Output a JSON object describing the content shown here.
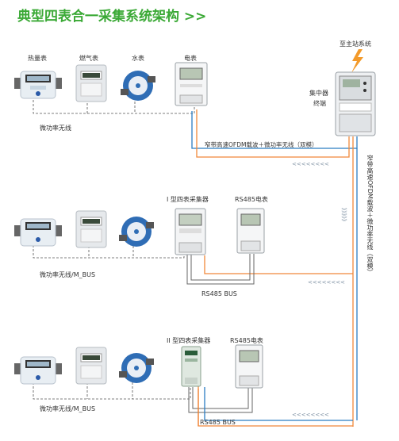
{
  "title": "典型四表合一采集系统架构 >>",
  "top_labels": {
    "heat": "热量表",
    "gas": "燃气表",
    "water": "水表",
    "elec": "电表",
    "master": "至主站系统",
    "concentrator_line1": "集中器",
    "concentrator_line2": "终端"
  },
  "row1": {
    "wireless": "微功率无线",
    "dual_mode": "窄带高速OFDM载波＋微功率无线（双模）"
  },
  "row2": {
    "collector": "I 型四表采集器",
    "rs485_meter": "RS485电表",
    "wireless": "微功率无线/M_BUS",
    "bus": "RS485 BUS"
  },
  "row3": {
    "collector": "II 型四表采集器",
    "rs485_meter": "RS485电表",
    "wireless": "微功率无线/M_BUS",
    "bus": "RS485 BUS"
  },
  "vertical_label": "窄带高速OFDM载波＋微功率无线（双模）",
  "chevrons_left": "<<<<<<<<",
  "chevrons_down": "》》》》》",
  "colors": {
    "title": "#3aa935",
    "blue_line": "#2b7dc2",
    "orange_line": "#f0883a",
    "gray_line": "#666666",
    "bolt": "#f39a2a"
  },
  "icons": [
    "heat-meter-icon",
    "gas-meter-icon",
    "water-meter-icon",
    "electric-meter-icon",
    "concentrator-icon",
    "lightning-icon",
    "collector-icon"
  ]
}
